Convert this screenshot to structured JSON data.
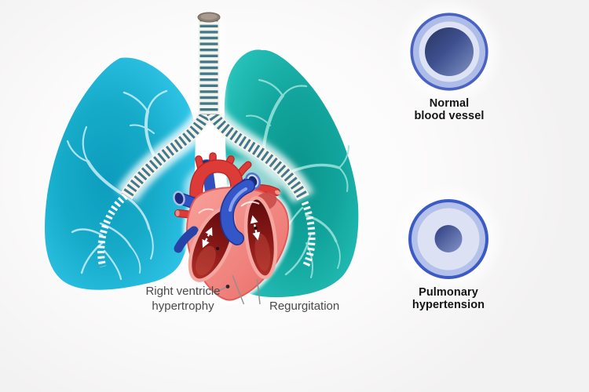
{
  "title": "Pulmonary hypertension medical illustration",
  "labels": {
    "right_ventricle_hypertrophy": {
      "line1": "Right ventricle",
      "line2": "hypertrophy"
    },
    "regurgitation": "Regurgitation",
    "normal_vessel": {
      "line1": "Normal",
      "line2": "blood vessel"
    },
    "pulmonary_hypertension": {
      "line1": "Pulmonary",
      "line2": "hypertension"
    }
  },
  "illustration": {
    "parts": [
      "trachea",
      "left-lung",
      "right-lung",
      "bronchial-tree",
      "heart",
      "aorta",
      "superior-vena-cava",
      "pulmonary-artery",
      "regurgitation-arrows",
      "normal-vessel-cross-section",
      "narrowed-vessel-cross-section"
    ],
    "colors": {
      "left_lung_core": "#0d9cbd",
      "left_lung_edge": "#3ecdec",
      "right_lung_core": "#0a948c",
      "right_lung_edge": "#2cc6bd",
      "bronchial_branch_left": "#d2f1fb",
      "bronchial_branch_right": "#9ce4dd",
      "trachea_base": "#f6f2ec",
      "trachea_ring": "#41798b",
      "heart_wall": "#f2817c",
      "heart_chamber": "#7c1313",
      "artery_red": "#dc3b38",
      "vein_blue": "#3052c4",
      "vessel_ring_outer": "#3e5dc4",
      "vessel_ring_mid": "#aebce8",
      "vessel_ring_pale": "#dde3f4",
      "vessel_lumen_dark": "#2a3766",
      "label_gray": "#4a4a4a",
      "label_dark": "#141414",
      "background": "#f3f2f2"
    }
  }
}
